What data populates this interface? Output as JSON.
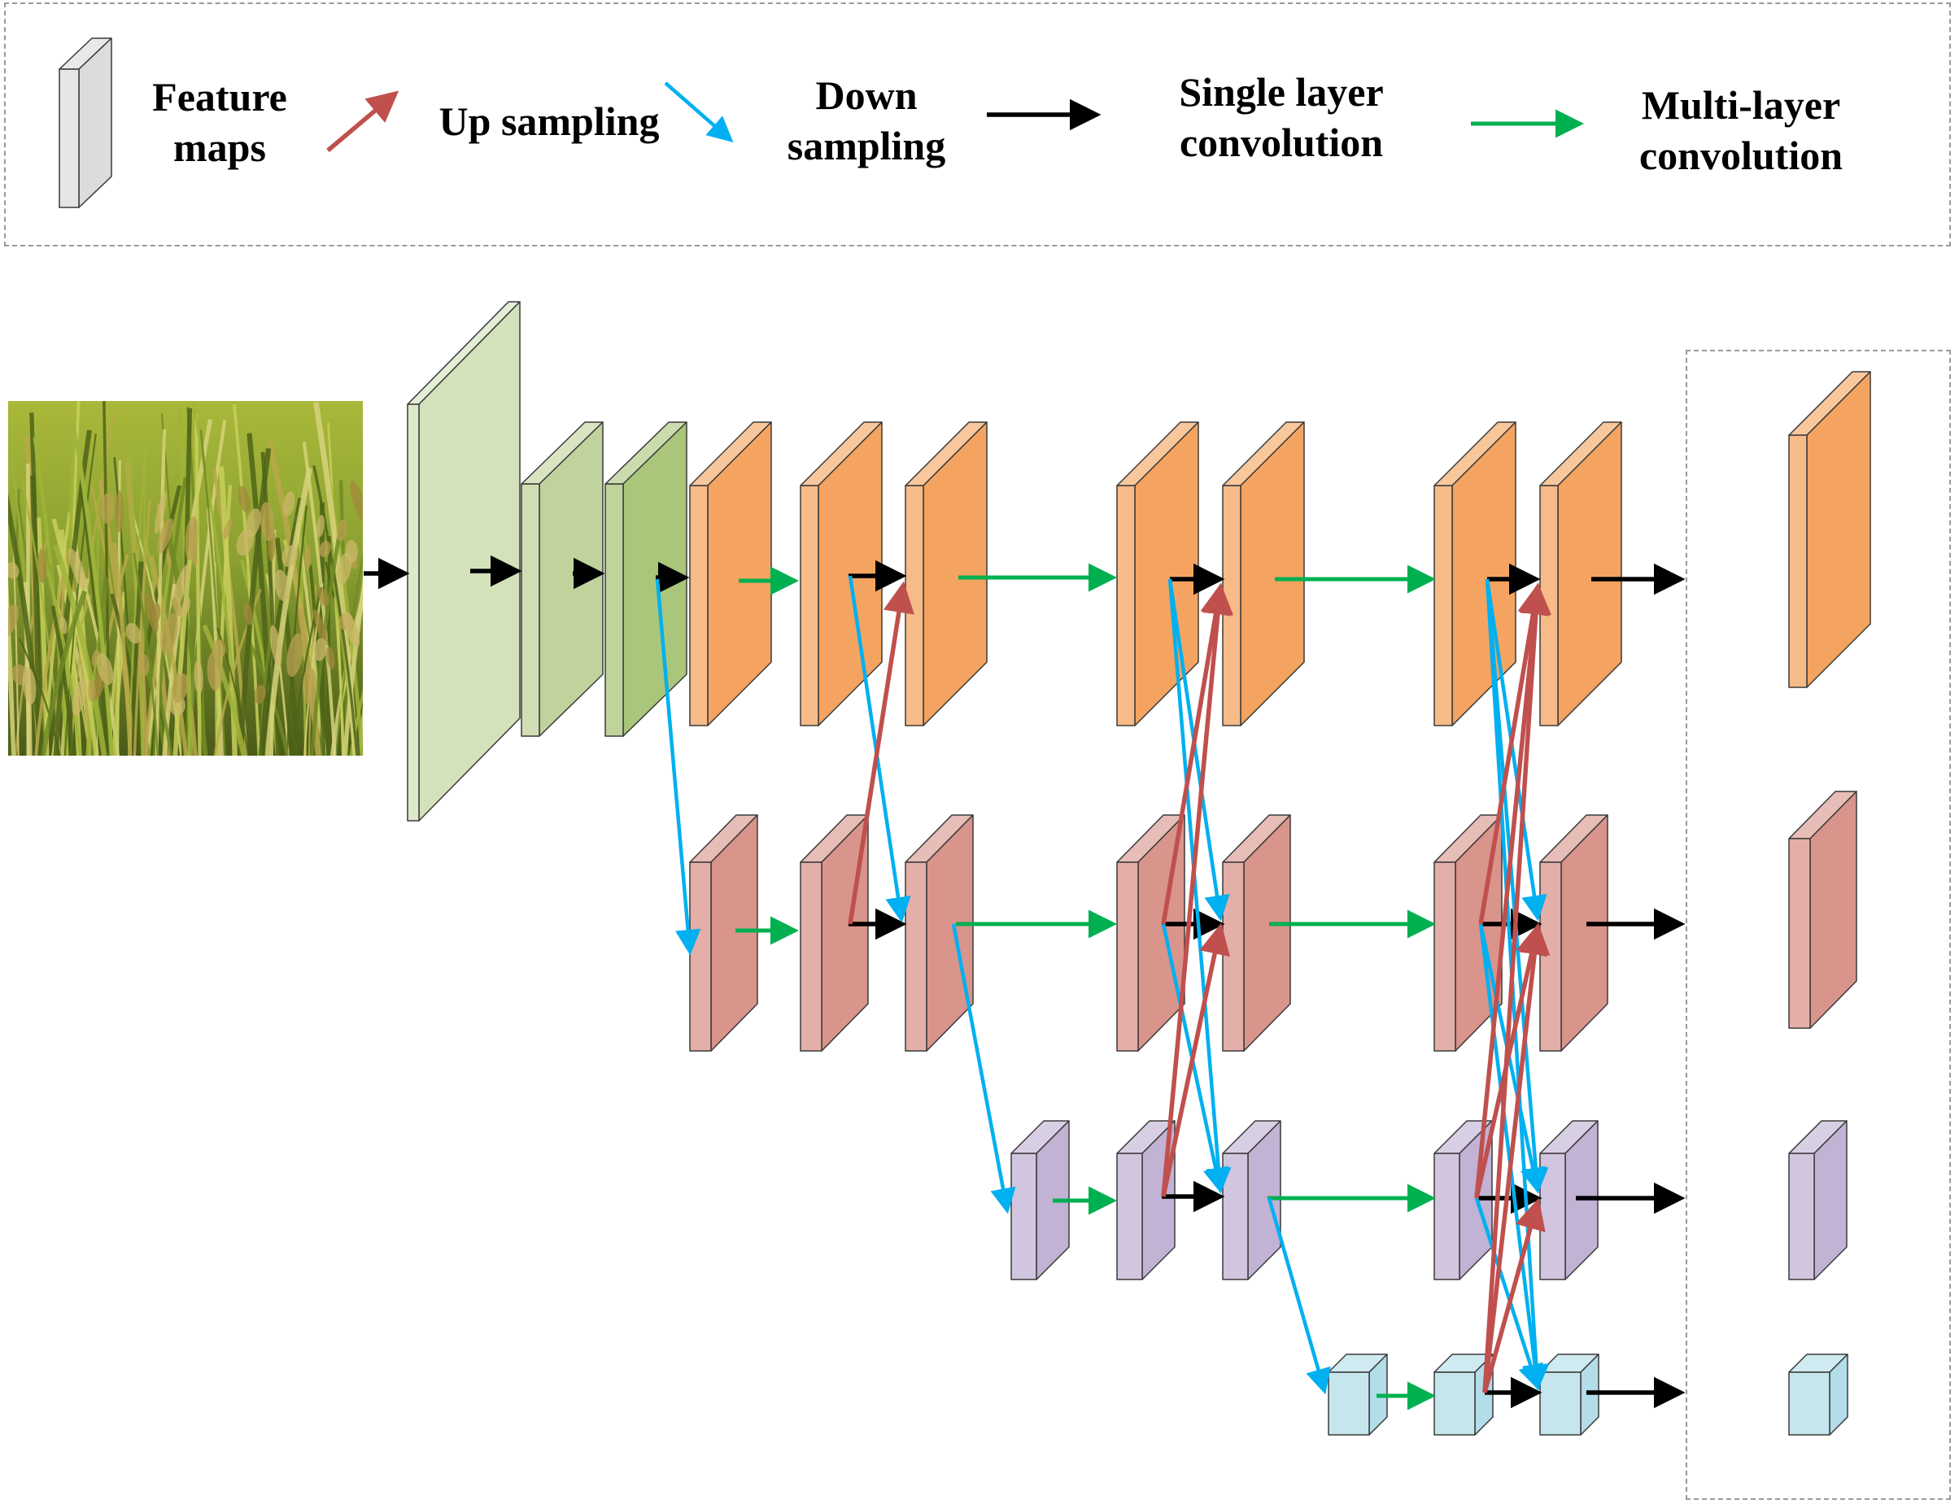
{
  "legend": {
    "feature_maps": [
      "Feature",
      "maps"
    ],
    "up_sampling": "Up sampling",
    "down_sampling": [
      "Down",
      "sampling"
    ],
    "single_layer": [
      "Single layer",
      "convolution"
    ],
    "multi_layer": [
      "Multi-layer",
      "convolution"
    ]
  },
  "colors": {
    "up_sampling_arrow": "#c0504d",
    "down_sampling_arrow": "#00b0f0",
    "single_layer_arrow": "#000000",
    "multi_layer_arrow": "#00b050",
    "stem_light_green": "#d3e2bb",
    "stem_mid_green": "#c1d39c",
    "stem_dark_green": "#aac67a",
    "branch1_orange": "#f4a460",
    "branch2_rose": "#d9948b",
    "branch3_lavender": "#c2b2d4",
    "branch4_cyan": "#b3dde8"
  },
  "icons": [
    "feature-map-block-icon",
    "rice-field-photo"
  ]
}
